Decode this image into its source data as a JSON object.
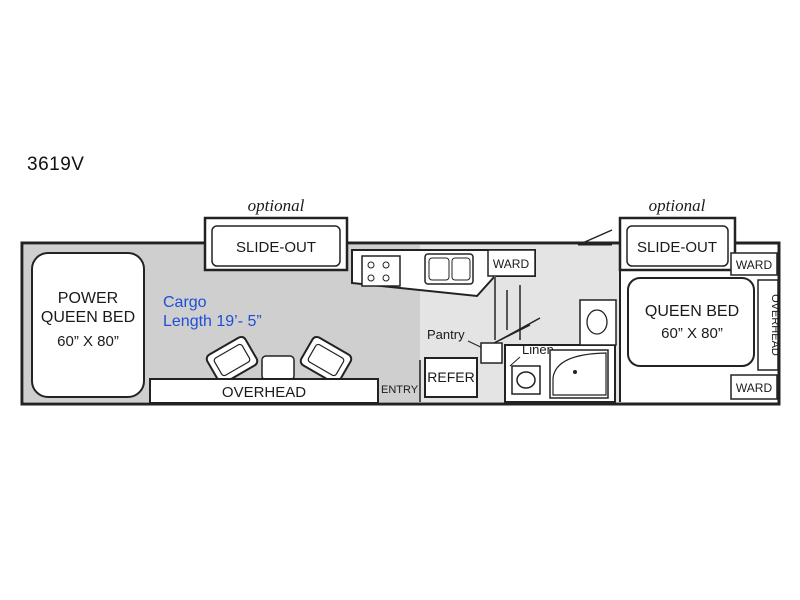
{
  "model_name": "3619V",
  "labels": {
    "optional_left": "optional",
    "optional_right": "optional",
    "slide_out_left": "SLIDE-OUT",
    "slide_out_right": "SLIDE-OUT",
    "power_bed_line1": "POWER",
    "power_bed_line2": "QUEEN BED",
    "power_bed_size": "60” X 80”",
    "cargo_line1": "Cargo",
    "cargo_line2": "Length 19’- 5”",
    "overhead_front": "OVERHEAD",
    "entry": "ENTRY",
    "ward_kitchen": "WARD",
    "pantry": "Pantry",
    "refer": "REFER",
    "linen": "Linen",
    "queen_bed": "QUEEN BED",
    "queen_bed_size": "60” X 80”",
    "ward_top_right": "WARD",
    "ward_bottom_right": "WARD",
    "overhead_rear": "OVERHEAD"
  },
  "colors": {
    "cargo_floor": "#cfcfcf",
    "walls": "#222222",
    "cargo_text": "#1f4fd6"
  }
}
